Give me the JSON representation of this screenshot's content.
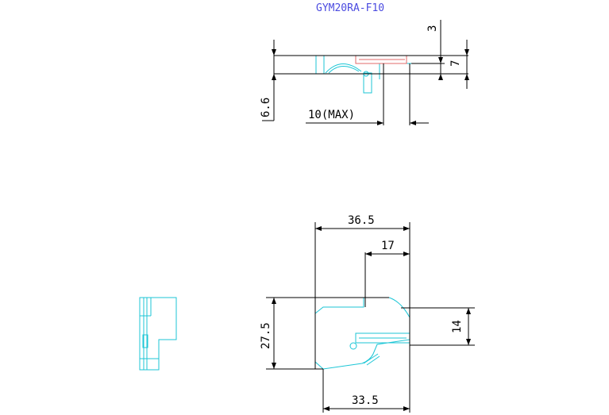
{
  "title": "GYM20RA-F10",
  "dimensions": {
    "top_height_small": "3",
    "top_height_thin": "7",
    "side_height": "6.6",
    "length_max": "10(MAX)",
    "overall_width": "36.5",
    "notch_width": "17",
    "overall_height": "27.5",
    "right_height": "14",
    "bottom_width": "33.5"
  },
  "colors": {
    "part_outline": "#1cc6d6",
    "hidden_line": "#e06a6a",
    "dimension": "#000000",
    "title": "#4b4be0"
  }
}
